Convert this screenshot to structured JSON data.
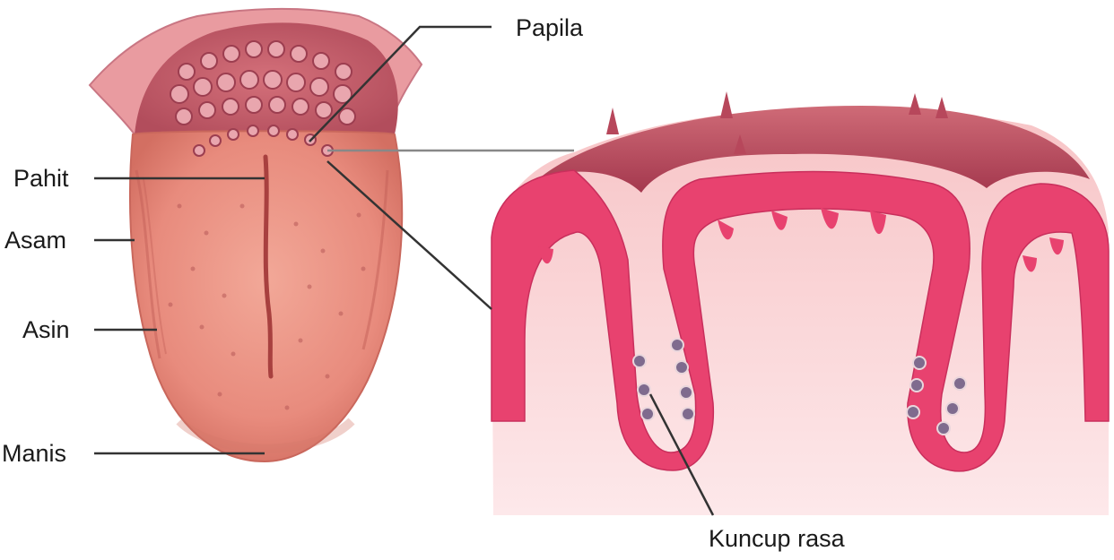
{
  "labels": {
    "papila": "Papila",
    "pahit": "Pahit",
    "asam": "Asam",
    "asin": "Asin",
    "manis": "Manis",
    "kuncup_rasa": "Kuncup rasa"
  }
}
